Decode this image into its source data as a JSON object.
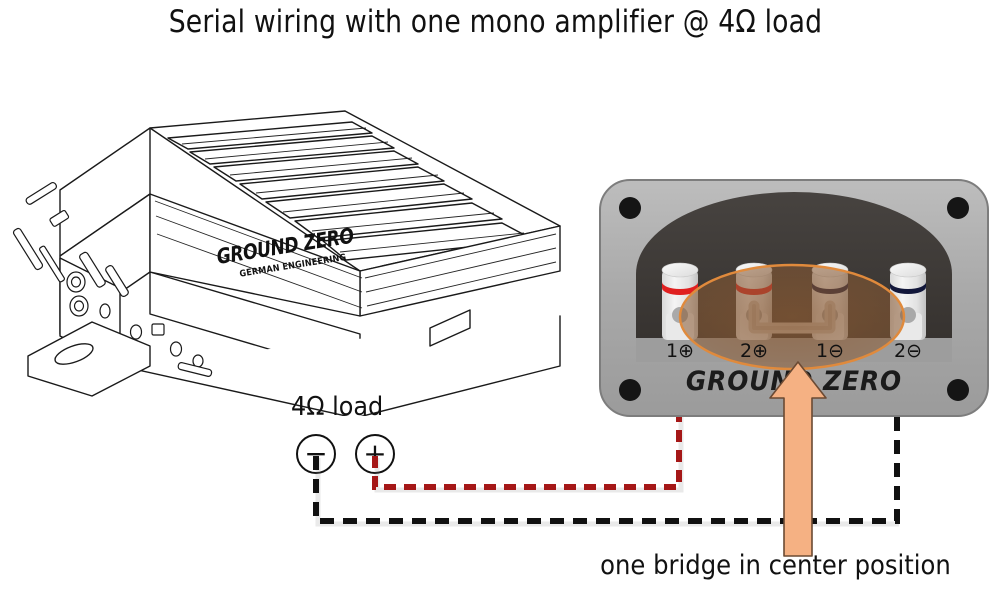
{
  "title": "Serial wiring with one mono amplifier @ 4Ω load",
  "caption": "one bridge in center position",
  "load": {
    "label": "4Ω load",
    "negative_glyph": "−",
    "positive_glyph": "+",
    "negative_name": "negative",
    "positive_name": "positive"
  },
  "amplifier": {
    "brand": "GROUND ZERO",
    "tagline": "GERMAN ENGINEERING"
  },
  "panel": {
    "brand": "GROUND ZERO",
    "terminals": [
      {
        "label": "1⊕",
        "polarity": "positive",
        "ring_color": "#e02020"
      },
      {
        "label": "2⊕",
        "polarity": "positive",
        "ring_color": "#e02020"
      },
      {
        "label": "1⊖",
        "polarity": "negative",
        "ring_color": "#12173a"
      },
      {
        "label": "2⊖",
        "polarity": "negative",
        "ring_color": "#12173a"
      }
    ],
    "bridge_note": "bridge installed between 2⊕ and 1⊖"
  },
  "colors": {
    "positive_wire": "#a51717",
    "negative_wire": "#111111",
    "arrow_fill": "#f5b183",
    "arrow_stroke": "#6b4a33",
    "highlight_ellipse": "#e08a3c",
    "panel_frame": "#a8a8a8",
    "panel_inner": "#3d3a38",
    "label_strip": "#9d9d9d"
  }
}
